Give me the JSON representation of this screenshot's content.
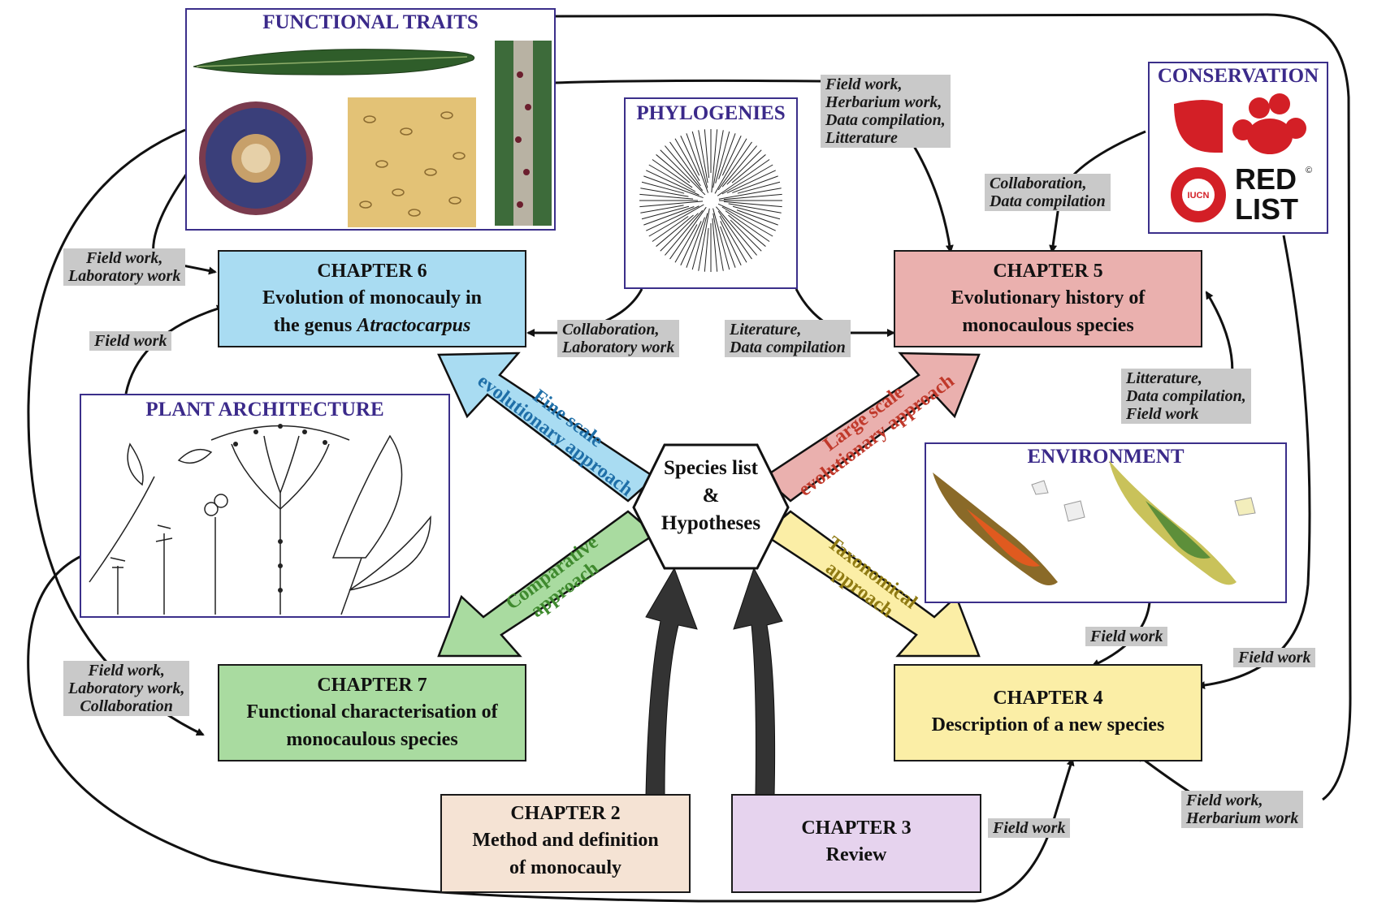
{
  "center": {
    "line1": "Species list",
    "line2": "&",
    "line3": "Hypotheses"
  },
  "chapters": {
    "ch2": {
      "title": "CHAPTER 2",
      "line1": "Method and definition",
      "line2": "of monocauly",
      "fill": "#f5e3d4"
    },
    "ch3": {
      "title": "CHAPTER 3",
      "line1": "Review",
      "fill": "#e6d3ee"
    },
    "ch4": {
      "title": "CHAPTER 4",
      "line1": "Description of a new species",
      "fill": "#fbeea6"
    },
    "ch5": {
      "title": "CHAPTER 5",
      "line1": "Evolutionary history of",
      "line2": "monocaulous species",
      "fill": "#eab0ae"
    },
    "ch6": {
      "title": "CHAPTER 6",
      "line1": "Evolution of monocauly in",
      "line2a": "the genus ",
      "line2b": "Atractocarpus",
      "fill": "#a9dcf2"
    },
    "ch7": {
      "title": "CHAPTER 7",
      "line1": "Functional characterisation of",
      "line2": "monocaulous species",
      "fill": "#a9dba0"
    }
  },
  "panels": {
    "functional_traits": "FUNCTIONAL TRAITS",
    "phylogenies": "PHYLOGENIES",
    "conservation": "CONSERVATION",
    "plant_architecture": "PLANT ARCHITECTURE",
    "environment": "ENVIRONMENT"
  },
  "red_list_logo": {
    "line1": "RED",
    "line2": "LIST",
    "badge": "IUCN",
    "mark": "©"
  },
  "approaches": {
    "fine": {
      "line1": "Fine scale",
      "line2": "evolutionary approach",
      "color": "#1f6fa8"
    },
    "large": {
      "line1": "Large scale",
      "line2": "evolutionary approach",
      "color": "#c0392b"
    },
    "comparative": {
      "line1": "Comparative",
      "line2": "approach",
      "color": "#3f8a2e"
    },
    "taxonomical": {
      "line1": "Taxonomical",
      "line2": "approach",
      "color": "#8f7a12"
    }
  },
  "tags": {
    "t1": [
      "Field work,",
      "Laboratory work"
    ],
    "t2": [
      "Field work"
    ],
    "t3": [
      "Collaboration,",
      "Laboratory work"
    ],
    "t4": [
      "Literature,",
      "Data compilation"
    ],
    "t5": [
      "Field work,",
      "Herbarium work,",
      "Data compilation,",
      "Litterature"
    ],
    "t6": [
      "Collaboration,",
      "Data compilation"
    ],
    "t7": [
      "Litterature,",
      "Data compilation,",
      "Field work"
    ],
    "t8": [
      "Field work"
    ],
    "t9": [
      "Field work"
    ],
    "t10": [
      "Field work,",
      "Laboratory work,",
      "Collaboration"
    ],
    "t11": [
      "Field work"
    ],
    "t12": [
      "Field work,",
      "Herbarium work"
    ]
  }
}
